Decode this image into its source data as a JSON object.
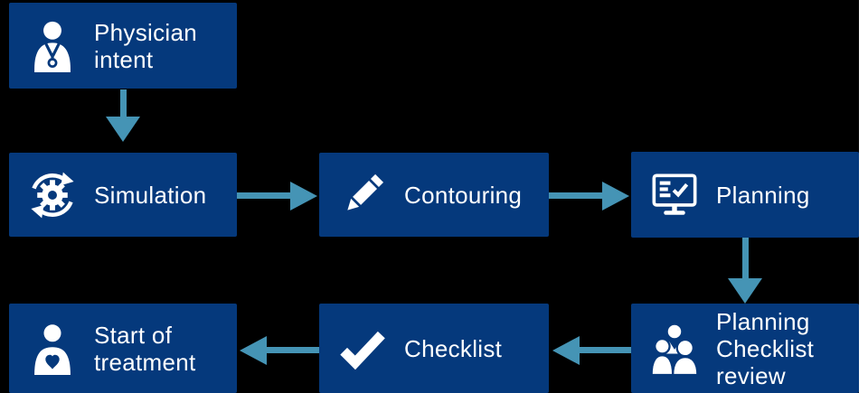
{
  "diagram": {
    "description": "Radiation therapy workflow flowchart",
    "colors": {
      "background": "#000000",
      "box_fill": "#05397c",
      "arrow": "#4594b5",
      "text": "#ffffff"
    },
    "nodes": [
      {
        "id": "physician-intent",
        "label": "Physician intent",
        "icon": "physician-icon"
      },
      {
        "id": "simulation",
        "label": "Simulation",
        "icon": "gear-rotation-icon"
      },
      {
        "id": "contouring",
        "label": "Contouring",
        "icon": "pencil-icon"
      },
      {
        "id": "planning",
        "label": "Planning",
        "icon": "monitor-checklist-icon"
      },
      {
        "id": "planning-checklist-review",
        "label": "Planning Checklist review",
        "icon": "team-group-icon"
      },
      {
        "id": "checklist",
        "label": "Checklist",
        "icon": "checkmark-icon"
      },
      {
        "id": "start-of-treatment",
        "label": "Start of treatment",
        "icon": "patient-heart-icon"
      }
    ],
    "edges": [
      {
        "from": "Physician intent",
        "to": "Simulation",
        "direction": "down"
      },
      {
        "from": "Simulation",
        "to": "Contouring",
        "direction": "right"
      },
      {
        "from": "Contouring",
        "to": "Planning",
        "direction": "right"
      },
      {
        "from": "Planning",
        "to": "Planning Checklist review",
        "direction": "down"
      },
      {
        "from": "Planning Checklist review",
        "to": "Checklist",
        "direction": "left"
      },
      {
        "from": "Checklist",
        "to": "Start of treatment",
        "direction": "left"
      }
    ]
  }
}
